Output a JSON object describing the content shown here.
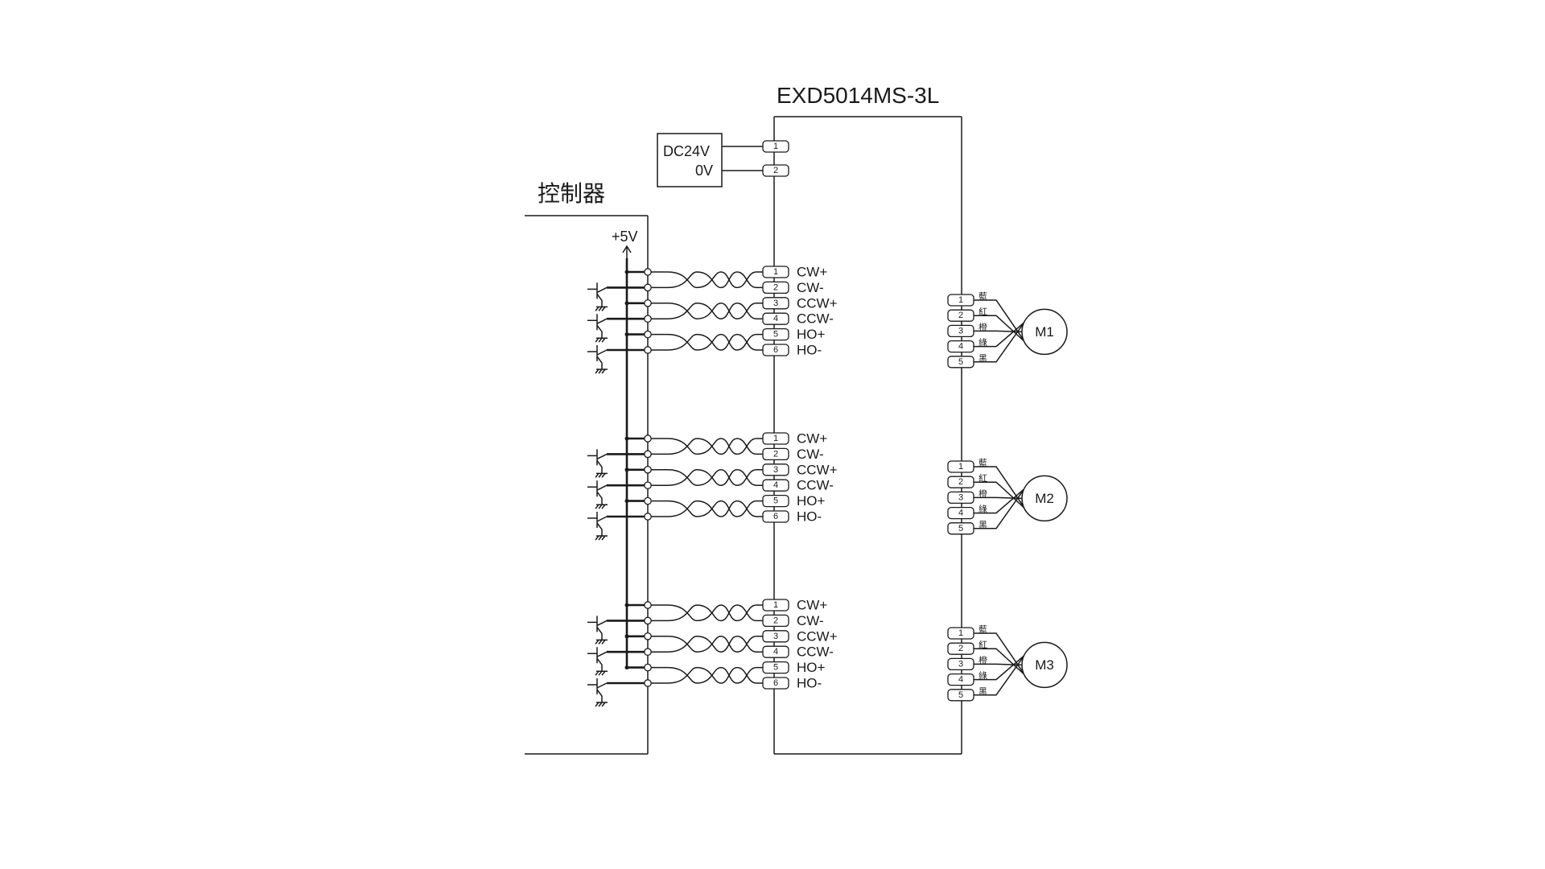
{
  "driver": {
    "model": "EXD5014MS-3L"
  },
  "controller": {
    "label": "控制器",
    "supply_label": "+5V"
  },
  "power_supply": {
    "label_top": "DC24V",
    "label_bottom": "0V",
    "pins": [
      "1",
      "2"
    ]
  },
  "channels": [
    {
      "id": "ch1",
      "signals": [
        {
          "pin": "1",
          "label": "CW+"
        },
        {
          "pin": "2",
          "label": "CW-"
        },
        {
          "pin": "3",
          "label": "CCW+"
        },
        {
          "pin": "4",
          "label": "CCW-"
        },
        {
          "pin": "5",
          "label": "HO+"
        },
        {
          "pin": "6",
          "label": "HO-"
        }
      ],
      "motor": {
        "label": "M1",
        "wires": [
          {
            "pin": "1",
            "color": "藍"
          },
          {
            "pin": "2",
            "color": "紅"
          },
          {
            "pin": "3",
            "color": "橙"
          },
          {
            "pin": "4",
            "color": "綠"
          },
          {
            "pin": "5",
            "color": "黑"
          }
        ]
      }
    },
    {
      "id": "ch2",
      "signals": [
        {
          "pin": "1",
          "label": "CW+"
        },
        {
          "pin": "2",
          "label": "CW-"
        },
        {
          "pin": "3",
          "label": "CCW+"
        },
        {
          "pin": "4",
          "label": "CCW-"
        },
        {
          "pin": "5",
          "label": "HO+"
        },
        {
          "pin": "6",
          "label": "HO-"
        }
      ],
      "motor": {
        "label": "M2",
        "wires": [
          {
            "pin": "1",
            "color": "藍"
          },
          {
            "pin": "2",
            "color": "紅"
          },
          {
            "pin": "3",
            "color": "橙"
          },
          {
            "pin": "4",
            "color": "綠"
          },
          {
            "pin": "5",
            "color": "黑"
          }
        ]
      }
    },
    {
      "id": "ch3",
      "signals": [
        {
          "pin": "1",
          "label": "CW+"
        },
        {
          "pin": "2",
          "label": "CW-"
        },
        {
          "pin": "3",
          "label": "CCW+"
        },
        {
          "pin": "4",
          "label": "CCW-"
        },
        {
          "pin": "5",
          "label": "HO+"
        },
        {
          "pin": "6",
          "label": "HO-"
        }
      ],
      "motor": {
        "label": "M3",
        "wires": [
          {
            "pin": "1",
            "color": "藍"
          },
          {
            "pin": "2",
            "color": "紅"
          },
          {
            "pin": "3",
            "color": "橙"
          },
          {
            "pin": "4",
            "color": "綠"
          },
          {
            "pin": "5",
            "color": "黑"
          }
        ]
      }
    }
  ]
}
